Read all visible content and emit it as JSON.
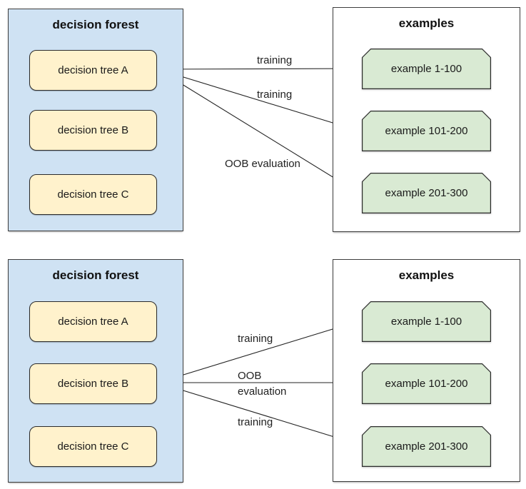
{
  "colors": {
    "forest_fill": "#cfe2f3",
    "tree_fill": "#fff2cc",
    "example_fill": "#d9ead3",
    "panel_border": "#3d3d3d",
    "arrow": "#222222"
  },
  "sections": [
    {
      "id": "top",
      "forest": {
        "title": "decision forest",
        "trees": [
          {
            "label": "decision tree A"
          },
          {
            "label": "decision tree B"
          },
          {
            "label": "decision tree C"
          }
        ]
      },
      "examples": {
        "title": "examples",
        "cards": [
          {
            "label": "example 1-100"
          },
          {
            "label": "example 101-200"
          },
          {
            "label": "example 201-300"
          }
        ]
      },
      "arrows": [
        {
          "source": "decision tree A",
          "target": "example 1-100",
          "label": "training"
        },
        {
          "source": "decision tree A",
          "target": "example 101-200",
          "label": "training"
        },
        {
          "source": "decision tree A",
          "target": "example 201-300",
          "label": "OOB evaluation"
        }
      ]
    },
    {
      "id": "bottom",
      "forest": {
        "title": "decision forest",
        "trees": [
          {
            "label": "decision tree A"
          },
          {
            "label": "decision tree B"
          },
          {
            "label": "decision tree C"
          }
        ]
      },
      "examples": {
        "title": "examples",
        "cards": [
          {
            "label": "example 1-100"
          },
          {
            "label": "example 101-200"
          },
          {
            "label": "example 201-300"
          }
        ]
      },
      "arrows": [
        {
          "source": "decision tree B",
          "target": "example 1-100",
          "label": "training"
        },
        {
          "source": "decision tree B",
          "target": "example 101-200",
          "label": "OOB evaluation",
          "label_lines": [
            "OOB",
            "evaluation"
          ]
        },
        {
          "source": "decision tree B",
          "target": "example 201-300",
          "label": "training"
        }
      ]
    }
  ]
}
